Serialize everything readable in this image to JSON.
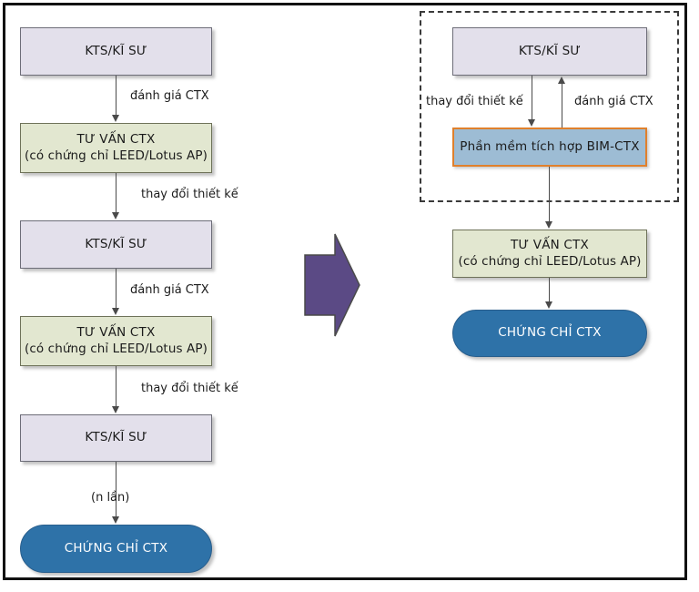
{
  "diagram": {
    "title": "So sanh quy trinh chung chi CTX truyen thong va tich hop BIM-CTX",
    "colors": {
      "actor_fill": "#e3e0eb",
      "consultant_fill": "#e2e7d0",
      "software_fill": "#9dbcd4",
      "software_border": "#e0802c",
      "certificate_fill": "#2e72a8",
      "transition_arrow": "#5b4a85",
      "frame": "#111111",
      "connector": "#4a4a4a"
    }
  },
  "left_flow": {
    "name": "quy-trinh-truyen-thong",
    "nodes": [
      {
        "id": "l-actor-1",
        "type": "actor",
        "line1": "KTS/KĨ SƯ",
        "line2": ""
      },
      {
        "id": "l-consultant-1",
        "type": "consultant",
        "line1": "TƯ VẤN CTX",
        "line2": "(có chứng chỉ LEED/Lotus AP)"
      },
      {
        "id": "l-actor-2",
        "type": "actor",
        "line1": "KTS/KĨ SƯ",
        "line2": ""
      },
      {
        "id": "l-consultant-2",
        "type": "consultant",
        "line1": "TƯ VẤN CTX",
        "line2": "(có chứng chỉ LEED/Lotus AP)"
      },
      {
        "id": "l-actor-3",
        "type": "actor",
        "line1": "KTS/KĨ SƯ",
        "line2": ""
      },
      {
        "id": "l-certificate",
        "type": "certificate",
        "line1": "CHỨNG CHỈ CTX",
        "line2": ""
      }
    ],
    "edge_labels": [
      {
        "id": "l-edge-1",
        "text": "đánh giá CTX"
      },
      {
        "id": "l-edge-2",
        "text": "thay đổi thiết kế"
      },
      {
        "id": "l-edge-3",
        "text": "đánh giá CTX"
      },
      {
        "id": "l-edge-4",
        "text": "thay đổi thiết kế"
      },
      {
        "id": "l-edge-5",
        "text": "(n lần)"
      }
    ]
  },
  "transition": {
    "name": "mui-ten-chuyen-doi",
    "icon": "right-block-arrow-icon",
    "color": "#5b4a85"
  },
  "right_flow": {
    "name": "quy-trinh-tich-hop-bim",
    "group_label": "",
    "nodes": [
      {
        "id": "r-actor-1",
        "type": "actor",
        "line1": "KTS/KĨ SƯ",
        "line2": ""
      },
      {
        "id": "r-software",
        "type": "software",
        "line1": "Phần mềm tích hợp BIM-CTX",
        "line2": ""
      },
      {
        "id": "r-consultant",
        "type": "consultant",
        "line1": "TƯ VẤN CTX",
        "line2": "(có chứng chỉ LEED/Lotus AP)"
      },
      {
        "id": "r-certificate",
        "type": "certificate",
        "line1": "CHỨNG CHỈ CTX",
        "line2": ""
      }
    ],
    "edge_labels": [
      {
        "id": "r-edge-down",
        "text": "thay đổi thiết kế"
      },
      {
        "id": "r-edge-up",
        "text": "đánh giá CTX"
      }
    ]
  }
}
